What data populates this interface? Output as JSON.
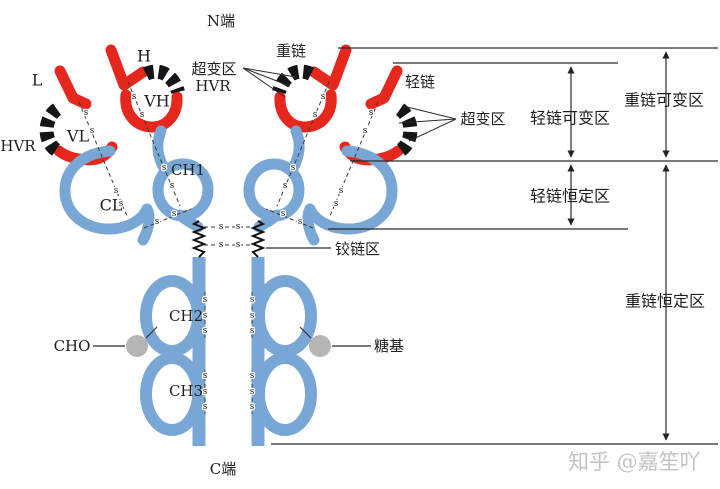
{
  "diagram": {
    "kind": "antibody-immunoglobulin-structure",
    "labels": {
      "n_terminus": "N端",
      "c_terminus": "C端",
      "light_tip": "L",
      "heavy_tip": "H",
      "hvr_left": "HVR",
      "hvr_top_cn": "超变区",
      "hvr_top_en": "HVR",
      "hvr_right": "超变区",
      "vl": "VL",
      "vh": "VH",
      "cl": "CL",
      "ch1": "CH1",
      "ch2": "CH2",
      "ch3": "CH3",
      "heavy_chain": "重链",
      "light_chain": "轻链",
      "hinge": "铰链区",
      "cho": "CHO",
      "glycan": "糖基",
      "region_light_variable": "轻链可变区",
      "region_heavy_variable": "重链可变区",
      "region_light_constant": "轻链恒定区",
      "region_heavy_constant": "重链恒定区",
      "disulfide": "s",
      "watermark": "知乎 @嘉笙吖"
    },
    "colors": {
      "variable_region_red": "#e6271e",
      "constant_region_blue": "#79a7d5",
      "hvr_black": "#151515",
      "glycan_gray": "#b5b5b5",
      "line": "#2b2b2b",
      "watermark_gray": "#c3c3c3",
      "background": "#ffffff"
    }
  }
}
